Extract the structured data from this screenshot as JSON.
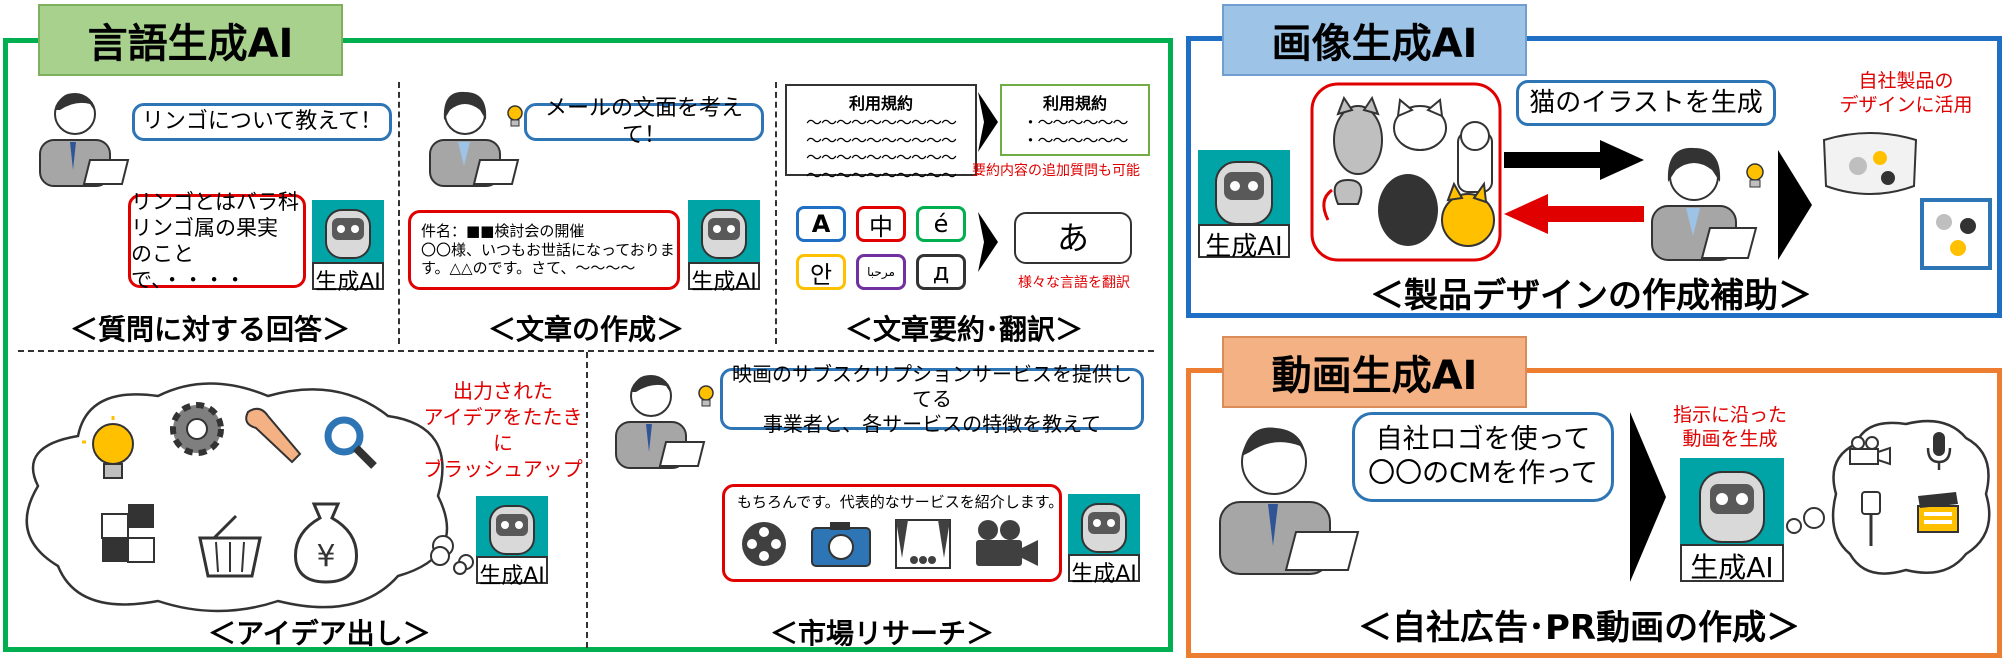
{
  "language_ai": {
    "title": "言語生成AI",
    "qa": {
      "question": "リンゴについて教えて！",
      "answer": "リンゴとはバラ科\nリンゴ属の果実\nのことで、・・・・",
      "robot_label": "生成AI",
      "caption": "＜質問に対する回答＞"
    },
    "writing": {
      "request": "メールの文面を考えて！",
      "mail": "件名：■■検討会の開催\n〇〇様、いつもお世話になっておりま\nす。△△のです。さて、～～～～",
      "robot_label": "生成AI",
      "caption": "＜文章の作成＞"
    },
    "summary": {
      "doc_title_left": "利用規約",
      "doc_waves_left": "～～～～～～～～～～\n～～～～～～～～～～\n～～～～～～～～～～\n～～～～～～～～～～",
      "doc_title_right": "利用規約",
      "doc_waves_right": "・～～～～～～\n・～～～～～～",
      "note_summary": "要約内容の追加質問も可能",
      "lang_chars": [
        "A",
        "中",
        "é",
        "안",
        "مرحبا",
        "д"
      ],
      "translated": "あ",
      "note_translate": "様々な言語を翻訳",
      "caption": "＜文章要約･翻訳＞"
    },
    "ideas": {
      "note": "出力された\nアイデアをたたきに\nブラッシュアップ",
      "robot_label": "生成AI",
      "caption": "＜アイデア出し＞",
      "icons": [
        "lightbulb-icon",
        "gear-icon",
        "wrench-icon",
        "magnifier-icon",
        "puzzle-icon",
        "basket-icon",
        "yen-bag-icon"
      ]
    },
    "research": {
      "request": "映画のサブスクリプションサービスを提供してる\n事業者と、各サービスの特徴を教えて",
      "response": "もちろんです。代表的なサービスを紹介します。",
      "robot_label": "生成AI",
      "caption": "＜市場リサーチ＞",
      "icons": [
        "film-reel-icon",
        "camera-icon",
        "theater-icon",
        "movie-camera-icon"
      ]
    }
  },
  "image_ai": {
    "title": "画像生成AI",
    "request": "猫のイラストを生成",
    "robot_label": "生成AI",
    "note": "自社製品の\nデザインに活用",
    "caption": "＜製品デザインの作成補助＞"
  },
  "video_ai": {
    "title": "動画生成AI",
    "request": "自社ロゴを使って\n〇〇のCMを作って",
    "note": "指示に沿った\n動画を生成",
    "robot_label": "生成AI",
    "caption": "＜自社広告･PR動画の作成＞"
  },
  "colors": {
    "green": "#00b050",
    "blue": "#1f6fc5",
    "orange": "#ed7d31",
    "tab_green": "#a9d18e",
    "tab_blue": "#9dc3e6",
    "tab_orange": "#f4b183",
    "teal": "#00a3a6",
    "red": "#e00000"
  }
}
